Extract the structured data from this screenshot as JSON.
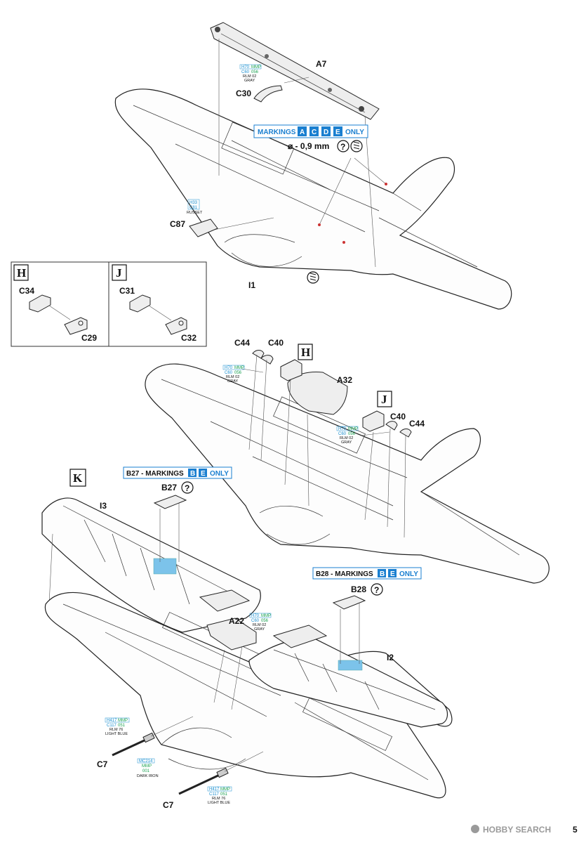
{
  "labels": {
    "a7": "A7",
    "c30": "C30",
    "c87": "C87",
    "i1": "I1",
    "c34": "C34",
    "c29": "C29",
    "c31": "C31",
    "c32": "C32",
    "c44_top": "C44",
    "c40_top": "C40",
    "a32": "A32",
    "c40_right": "C40",
    "c44_right": "C44",
    "b27": "B27",
    "i3": "I3",
    "b28": "B28",
    "i2": "I2",
    "a22": "A22",
    "c7_upper": "C7",
    "c7_lower": "C7"
  },
  "boxes": {
    "h1": "H",
    "j1": "J",
    "h2": "H",
    "j2": "J",
    "k": "K"
  },
  "markings_top": {
    "prefix": "MARKINGS",
    "chips": [
      "A",
      "C",
      "D",
      "E"
    ],
    "suffix": "ONLY",
    "drill": "⌀ - 0,9 mm"
  },
  "markings_b27": {
    "prefix": "B27 - MARKINGS",
    "chips": [
      "B",
      "E"
    ],
    "suffix": "ONLY"
  },
  "markings_b28": {
    "prefix": "B28 - MARKINGS",
    "chips": [
      "B",
      "E"
    ],
    "suffix": "ONLY"
  },
  "paint_gray_1": {
    "h": "H70",
    "mmp": "MMP",
    "c": "C60",
    "n": "056",
    "name1": "RLM 02",
    "name2": "GRAY"
  },
  "paint_gray_2": {
    "h": "H70",
    "mmp": "MMP",
    "c": "C60",
    "n": "056",
    "name1": "RLM 02",
    "name2": "GRAY"
  },
  "paint_gray_3": {
    "h": "H70",
    "mmp": "MMP",
    "c": "C60",
    "n": "056",
    "name1": "RLM 02",
    "name2": "GRAY"
  },
  "paint_gray_4": {
    "h": "H70",
    "mmp": "MMP",
    "c": "C60",
    "n": "056",
    "name1": "RLM 02",
    "name2": "GRAY"
  },
  "paint_russet": {
    "h": "H33",
    "c": "C81",
    "name1": "RUSSET"
  },
  "paint_blue_1": {
    "h": "H417",
    "mmp": "MMP",
    "c": "C117",
    "n": "051",
    "name1": "RLM 76",
    "name2": "LIGHT BLUE"
  },
  "paint_blue_2": {
    "h": "H417",
    "mmp": "MMP",
    "c": "C117",
    "n": "051",
    "name1": "RLM 76",
    "name2": "LIGHT BLUE"
  },
  "paint_iron": {
    "h": "MC214",
    "mmp": "MMP",
    "n": "001",
    "name1": "DARK IRON"
  },
  "page_number": "5",
  "watermark": "HOBBY SEARCH",
  "colors": {
    "accent_blue": "#1a7fd0",
    "chip_blue": "#1a7fd0",
    "highlight": "#7cc3ea"
  }
}
